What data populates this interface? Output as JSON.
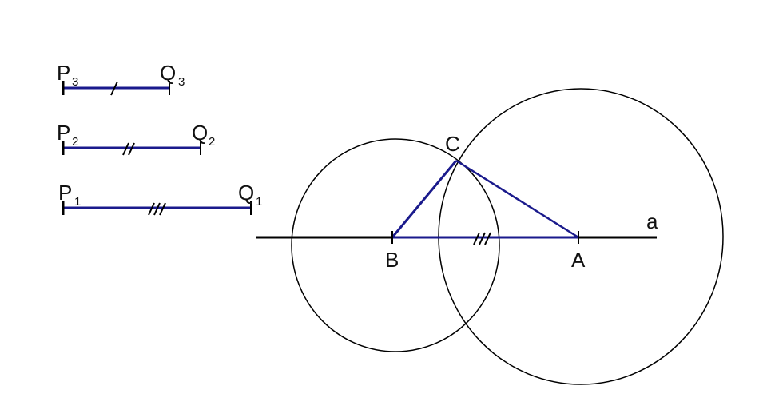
{
  "segments": [
    {
      "p": "P",
      "q": "Q",
      "index": "3",
      "ticks": 1
    },
    {
      "p": "P",
      "q": "Q",
      "index": "2",
      "ticks": 2
    },
    {
      "p": "P",
      "q": "Q",
      "index": "1",
      "ticks": 3
    }
  ],
  "points": {
    "a": "A",
    "b": "B",
    "c": "C"
  },
  "line_label": "a",
  "colors": {
    "segment": "#1a1a8c",
    "construction": "#000000"
  }
}
